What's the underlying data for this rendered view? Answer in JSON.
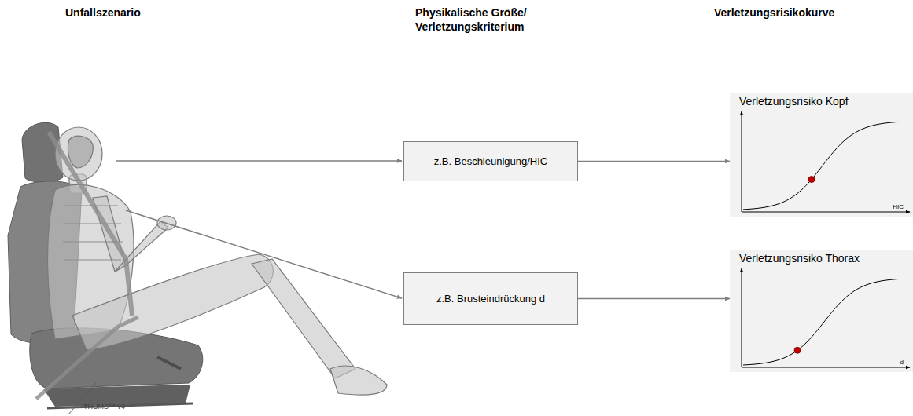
{
  "diagram": {
    "nodes": [
      {
        "text": [
          "z.B. Beschleunigung/HIC"
        ]
      },
      {
        "text": [
          "Verletzungsrisiko Kopf",
          "HIC"
        ]
      },
      {
        "text": [
          "z.B. Brusteindrückung d"
        ]
      },
      {
        "text": [
          "Verletzungsrisiko Thorax",
          "d"
        ]
      }
    ],
    "edges": [
      {
        "from": 0,
        "to": 1,
        "arrow": "to"
      },
      {
        "from": 2,
        "to": 3,
        "arrow": "to"
      }
    ],
    "labels": [
      "Unfallszenario",
      "Physikalische Größe/ Verletzungskriterium",
      "Verletzungsrisikokurve",
      "THUMS™ v4"
    ]
  }
}
